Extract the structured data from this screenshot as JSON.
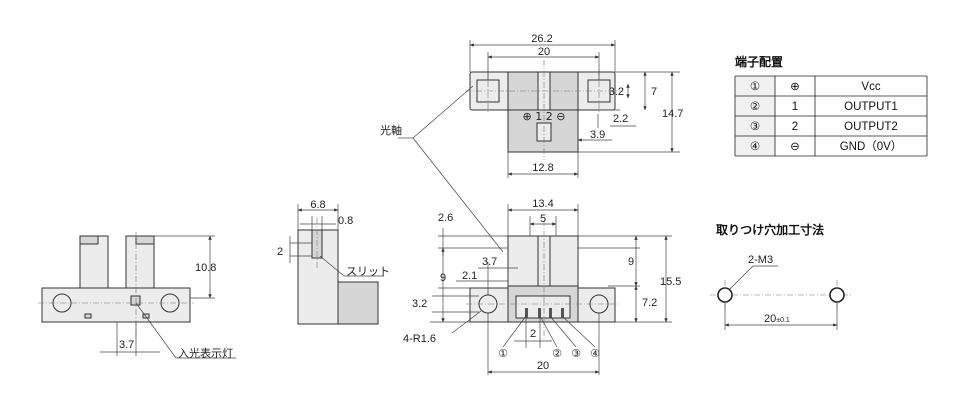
{
  "top_view": {
    "dim_overall": "26.2",
    "dim_pitch": "20",
    "dim_3_2": "3.2",
    "dim_7": "7",
    "dim_14_7": "14.7",
    "dim_2_2": "2.2",
    "dim_3_9": "3.9",
    "dim_12_8": "12.8",
    "marks": [
      "⊕",
      "1",
      "2",
      "⊖"
    ]
  },
  "labels": {
    "optical_axis": "光軸",
    "slit": "スリット",
    "indicator": "入光表示灯",
    "radius": "4-R1.6"
  },
  "left_view": {
    "dim_10_8": "10.8",
    "dim_3_7": "3.7"
  },
  "side_view": {
    "dim_6_8": "6.8",
    "dim_0_8": "0.8",
    "dim_2": "2"
  },
  "front_view": {
    "dim_13_4": "13.4",
    "dim_5": "5",
    "dim_2_6": "2.6",
    "dim_3_7": "3.7",
    "dim_2_1": "2.1",
    "dim_9_left": "9",
    "dim_9_right": "9",
    "dim_15_5": "15.5",
    "dim_7_2": "7.2",
    "dim_3_2": "3.2",
    "dim_2": "2",
    "dim_20": "20",
    "pins": [
      "①",
      "②",
      "③",
      "④"
    ]
  },
  "terminal_table": {
    "title": "端子配置",
    "rows": [
      [
        "①",
        "⊕",
        "Vcc"
      ],
      [
        "②",
        "1",
        "OUTPUT1"
      ],
      [
        "③",
        "2",
        "OUTPUT2"
      ],
      [
        "④",
        "⊖",
        "GND（0V）"
      ]
    ]
  },
  "mounting": {
    "title": "取りつけ穴加工寸法",
    "hole_label": "2-M3",
    "pitch_label": "20",
    "tolerance": "±0.1"
  }
}
